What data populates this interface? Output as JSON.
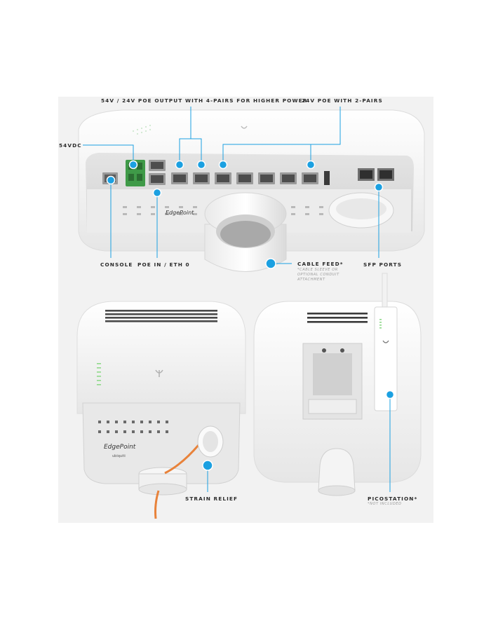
{
  "labels": {
    "poe_output_4pairs": "54V / 24V POE OUTPUT WITH 4-PAIRS FOR HIGHER POWER",
    "poe_2pairs": "24V POE WITH 2-PAIRS",
    "dc_input": "54VDC",
    "console": "CONSOLE",
    "poe_in": "POE IN / ETH 0",
    "cable_feed": "CABLE FEED*",
    "cable_feed_note": "*CABLE SLEEVE OR OPTIONAL CONDUIT ATTACHMENT",
    "sfp_ports": "SFP PORTS",
    "strain_relief": "STRAIN RELIEF",
    "picostation": "PICOSTATION*",
    "picostation_note": "*NOT INCLUDED"
  },
  "device": {
    "brand_name": "EdgePoint",
    "logo_text": "ubiquiti"
  },
  "colors": {
    "callout_dot": "#1ba0e1",
    "callout_line": "#1ba0e1",
    "label_text": "#2b2b2b",
    "note_text": "#9a9a9a",
    "device_body": "#ffffff",
    "panel_background": "#f2f2f2",
    "status_led": "#8fd98a",
    "cable_orange": "#e8823a"
  },
  "icons": [
    "ubiquiti-u-logo-icon",
    "ethernet-port-icon",
    "sfp-port-icon",
    "dc-terminal-icon"
  ]
}
